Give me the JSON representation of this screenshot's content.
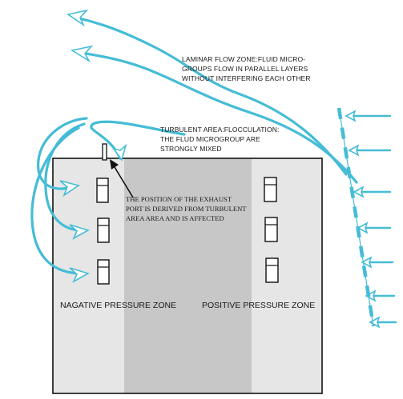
{
  "annotations": {
    "laminar": [
      "LAMINAR FLOW ZONE:FLUID MICRO-",
      "GROUPS  FLOW IN PARALLEL LAYERS",
      "WITHOUT INTERFERING EACH OTHER"
    ],
    "turbulent": [
      "TURBULENT AREA:FLOCCULATION:",
      "THE FLUD MICROGROUP ARE",
      "STRONGLY MIXED"
    ],
    "exhaust": [
      "THE POSITION OF THE EXHAUST",
      "PORT IS DERIVED FROM TURBULENT",
      "AREA AREA AND IS AFFECTED"
    ]
  },
  "zones": {
    "negative": "NAGATIVE PRESSURE ZONE",
    "positive": "POSITIVE PRESSURE ZONE"
  },
  "colors": {
    "flow": "#45bcd6",
    "room_light": "#e6e6e6",
    "corridor": "#c7c7c7",
    "outline": "#111111"
  }
}
